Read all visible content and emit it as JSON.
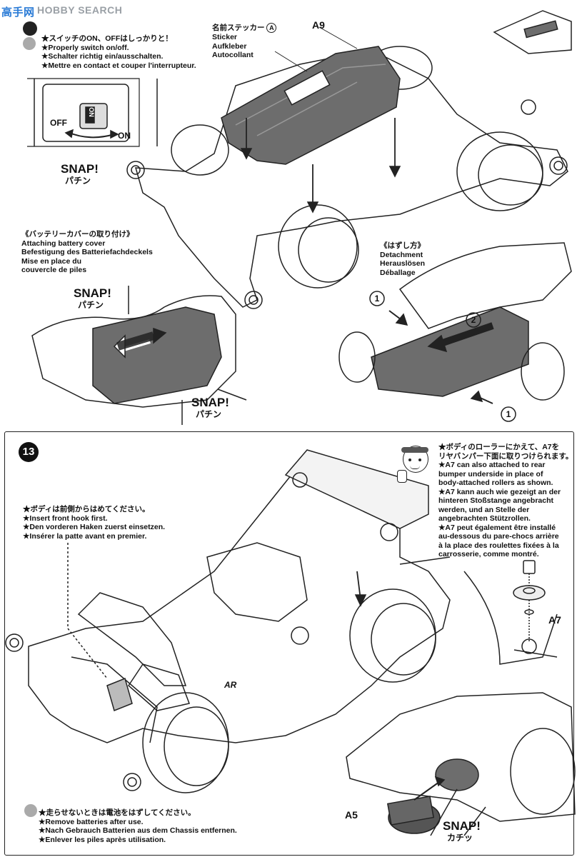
{
  "watermark": {
    "logo": "高手网",
    "text": "HOBBY SEARCH"
  },
  "section_top": {
    "switch_instructions": [
      "★スイッチのON、OFFはしっかりと！",
      "★Properly switch on/off.",
      "★Schalter richtig ein/ausschalten.",
      "★Mettre en contact et couper l'interrupteur."
    ],
    "switch_off": "OFF",
    "switch_on": "ON",
    "switch_plate_text": "ON",
    "snap1": {
      "en": "SNAP!",
      "jp": "パチン"
    },
    "sticker": {
      "jp": "名前ステッカー",
      "badge": "A",
      "en": "Sticker",
      "de": "Aufkleber",
      "fr": "Autocollant"
    },
    "part_a9": "A9",
    "battery_cover": [
      "《バッテリーカバーの取り付け》",
      "Attaching battery cover",
      "Befestigung des Batteriefachdeckels",
      "Mise en place du",
      "couvercle de piles"
    ],
    "snap2": {
      "en": "SNAP!",
      "jp": "パチン"
    },
    "snap3": {
      "en": "SNAP!",
      "jp": "パチン"
    },
    "detachment": [
      "《はずし方》",
      "Detachment",
      "Herauslösen",
      "Déballage"
    ],
    "step_circle_1": "1",
    "step_circle_2": "2",
    "step_circle_1b": "1"
  },
  "section_bottom": {
    "step_number": "13",
    "body_instructions": [
      "★ボディは前側からはめてください。",
      "★Insert front hook first.",
      "★Den vorderen Haken zuerst einsetzen.",
      "★Insérer la patte avant en premier."
    ],
    "a7_notes": [
      "★ボディのローラーにかえて、A7を",
      "リヤバンパー下面に取りつけられます。",
      "★A7 can also attached to rear",
      "bumper underside in place of",
      "body-attached rollers as shown.",
      "★A7 kann auch wie gezeigt an der",
      "hinteren Stoßstange angebracht",
      "werden, und an Stelle der",
      "angebrachten Stützrollen.",
      "★A7 peut également être installé",
      "au-dessous du pare-chocs arrière",
      "à la place des roulettes fixées à la",
      "carrosserie, comme montré."
    ],
    "part_a7": "A7",
    "part_a5": "A5",
    "car_badge": "AR",
    "snap": {
      "en": "SNAP!",
      "jp": "カチッ"
    },
    "battery_notes": [
      "★走らせないときは電池をはずしてください。",
      "★Remove batteries after use.",
      "★Nach Gebrauch Batterien aus dem Chassis entfernen.",
      "★Enlever les piles après utilisation."
    ]
  }
}
